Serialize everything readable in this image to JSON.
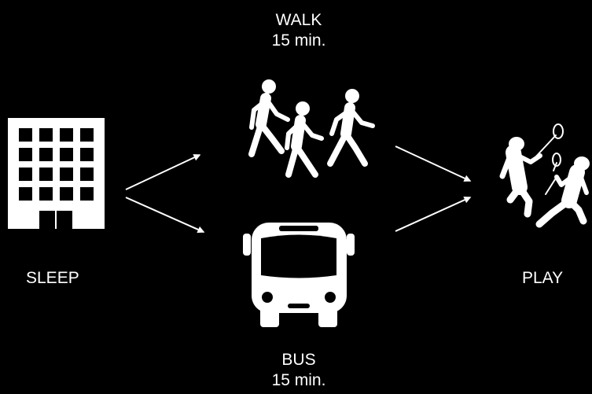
{
  "nodes": {
    "sleep": {
      "label": "SLEEP",
      "icon": "building-icon"
    },
    "play": {
      "label": "PLAY",
      "icon": "lacrosse-players-icon"
    },
    "walk": {
      "label": "WALK",
      "duration": "15 min.",
      "icon": "walking-people-icon"
    },
    "bus": {
      "label": "BUS",
      "duration": "15 min.",
      "icon": "bus-icon"
    }
  },
  "colors": {
    "background": "#000000",
    "foreground": "#ffffff"
  }
}
